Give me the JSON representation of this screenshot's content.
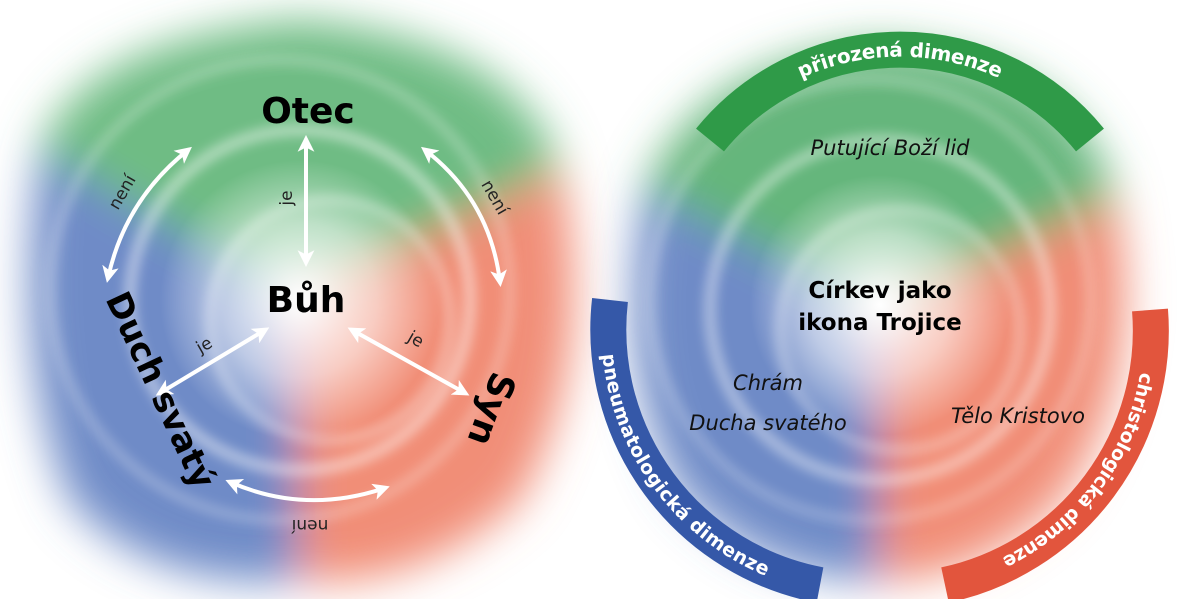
{
  "left_diagram": {
    "nodes": {
      "father": "Otec",
      "son": "Syn",
      "spirit": "Duch svatý",
      "god": "Bůh"
    },
    "relations": {
      "is": "je",
      "is_not": "není"
    },
    "colors": {
      "father": "#3fa35a",
      "son": "#e8694f",
      "spirit": "#3f67b0"
    }
  },
  "right_diagram": {
    "center_title": [
      "Církev jako",
      "ikona Trojice"
    ],
    "dimensions": {
      "natural": "přirozená dimenze",
      "christological": "christologická dimenze",
      "pneumatological": "pneumatologická dimenze"
    },
    "sectors": {
      "top": "Putující Boží lid",
      "right": "Tělo Kristovo",
      "left": [
        "Chrám",
        "Ducha svatého"
      ]
    },
    "colors": {
      "natural": "#2f9a48",
      "christological": "#e2553d",
      "pneumatological": "#3558a8"
    }
  }
}
